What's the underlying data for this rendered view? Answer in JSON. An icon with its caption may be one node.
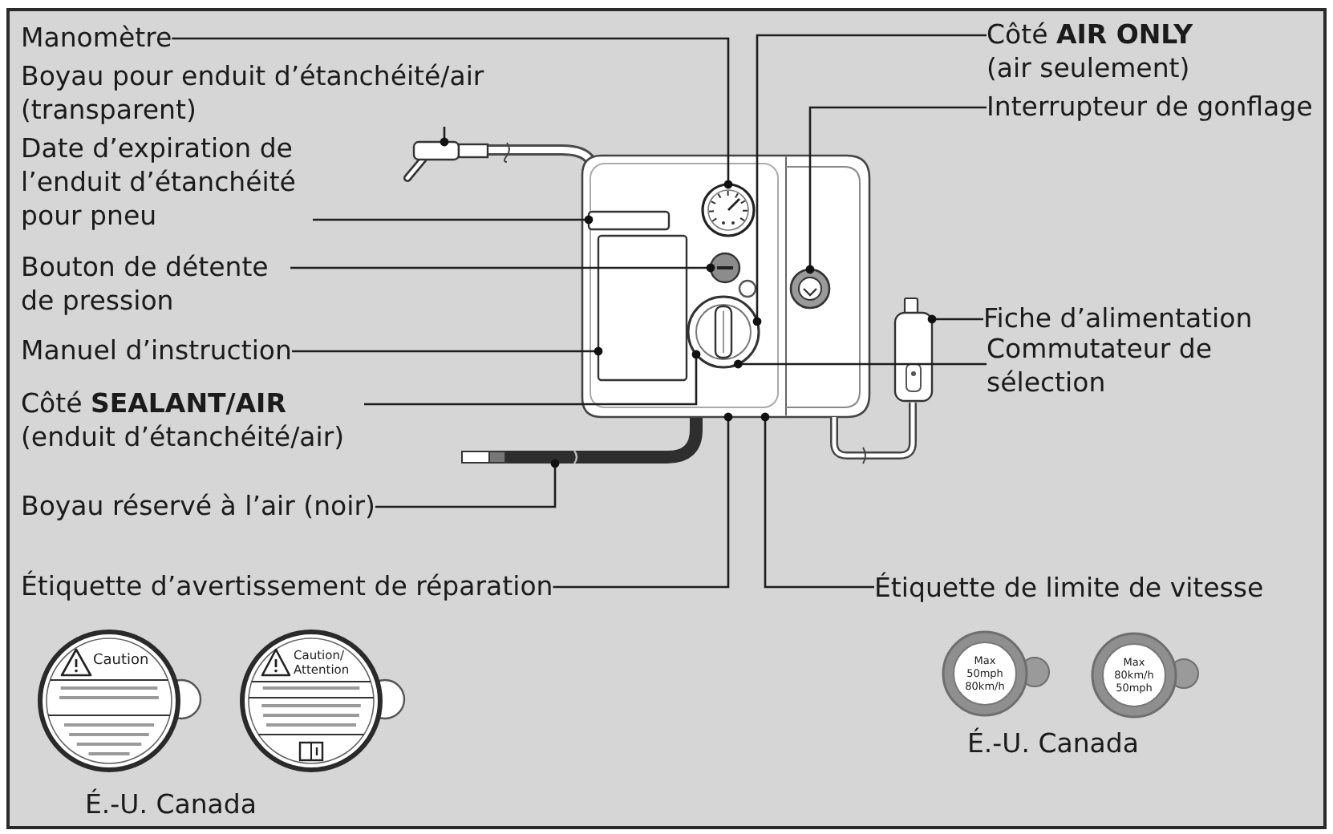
{
  "diagram": {
    "nodes": [
      {
        "text": [
          "Manomètre"
        ]
      },
      {
        "text": [
          "Boyau pour enduit d’étanchéité/air (transparent)"
        ]
      },
      {
        "text": [
          "Date d’expiration de l’enduit d’étanchéité pour pneu"
        ]
      },
      {
        "text": [
          "Bouton de détente de pression"
        ]
      },
      {
        "text": [
          "Manuel d’instruction"
        ]
      },
      {
        "text": [
          "Côté **SEALANT/AIR** (enduit d’étanchéité/air)"
        ]
      },
      {
        "text": [
          "Boyau réservé à l’air (noir)"
        ]
      },
      {
        "text": [
          "Étiquette d’avertissement de réparation"
        ]
      },
      {
        "text": [
          "Côté **AIR ONLY** (air seulement)"
        ]
      },
      {
        "text": [
          "Interrupteur de gonflage"
        ]
      },
      {
        "text": [
          "Fiche d’alimentation"
        ]
      },
      {
        "text": [
          "Commutateur de sélection"
        ]
      },
      {
        "text": [
          "Étiquette de limite de vitesse"
        ]
      },
      {
        "text": [],
        "shape": "picture"
      },
      {
        "text": [],
        "shape": "picture"
      },
      {
        "text": [],
        "shape": "picture"
      },
      {
        "text": [],
        "shape": "box",
        "in": 15
      },
      {
        "text": [],
        "shape": "box",
        "in": 15
      },
      {
        "text": [],
        "shape": "picture",
        "in": 15
      },
      {
        "text": [],
        "shape": "picture",
        "in": 15
      },
      {
        "text": [],
        "shape": "circle",
        "in": 15
      },
      {
        "text": [],
        "shape": "picture",
        "in": 15
      },
      {
        "text": [],
        "shape": "picture"
      }
    ],
    "edges": [
      {
        "from": 0,
        "to": 19,
        "arrow": "other"
      },
      {
        "from": 1,
        "to": 13,
        "arrow": "other"
      },
      {
        "from": 2,
        "to": 16,
        "arrow": "other"
      },
      {
        "from": 3,
        "to": 20,
        "arrow": "other"
      },
      {
        "from": 4,
        "to": 17,
        "arrow": "other"
      },
      {
        "from": 5,
        "to": 18,
        "arrow": "other"
      },
      {
        "from": 6,
        "to": 14,
        "arrow": "other"
      },
      {
        "from": 7,
        "to": 15,
        "arrow": "other"
      },
      {
        "from": 8,
        "to": 18,
        "arrow": "other"
      },
      {
        "from": 9,
        "to": 21,
        "arrow": "other"
      },
      {
        "from": 10,
        "to": 22,
        "arrow": "other"
      },
      {
        "from": 11,
        "to": 18,
        "arrow": "other"
      },
      {
        "from": 12,
        "to": 15,
        "arrow": "other"
      }
    ],
    "labels": [
      "Caution",
      "Caution/ Attention",
      "Max 50mph 80km/h",
      "Max 80km/h 50mph",
      "É.-U. Canada",
      "É.-U. Canada"
    ]
  }
}
